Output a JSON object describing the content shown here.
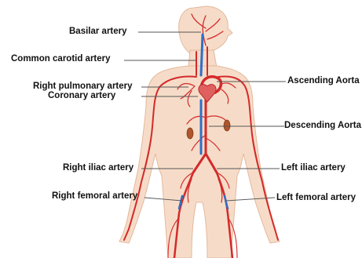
{
  "labels": {
    "basilar": "Basilar artery",
    "common_carotid": "Common carotid artery",
    "right_pulmonary": "Right pulmonary artery",
    "coronary": "Coronary artery",
    "ascending_aorta": "Ascending Aorta",
    "descending_aorta": "Descending Aorta",
    "right_iliac": "Right iliac artery",
    "left_iliac": "Left iliac artery",
    "right_femoral": "Right femoral artery",
    "left_femoral": "Left femoral artery"
  },
  "colors": {
    "skin": "#f6dcc8",
    "skin_outline": "#e4b89c",
    "artery": "#d42a2a",
    "vein": "#2f6fc9",
    "leader_line": "#555555",
    "text": "#111111"
  }
}
